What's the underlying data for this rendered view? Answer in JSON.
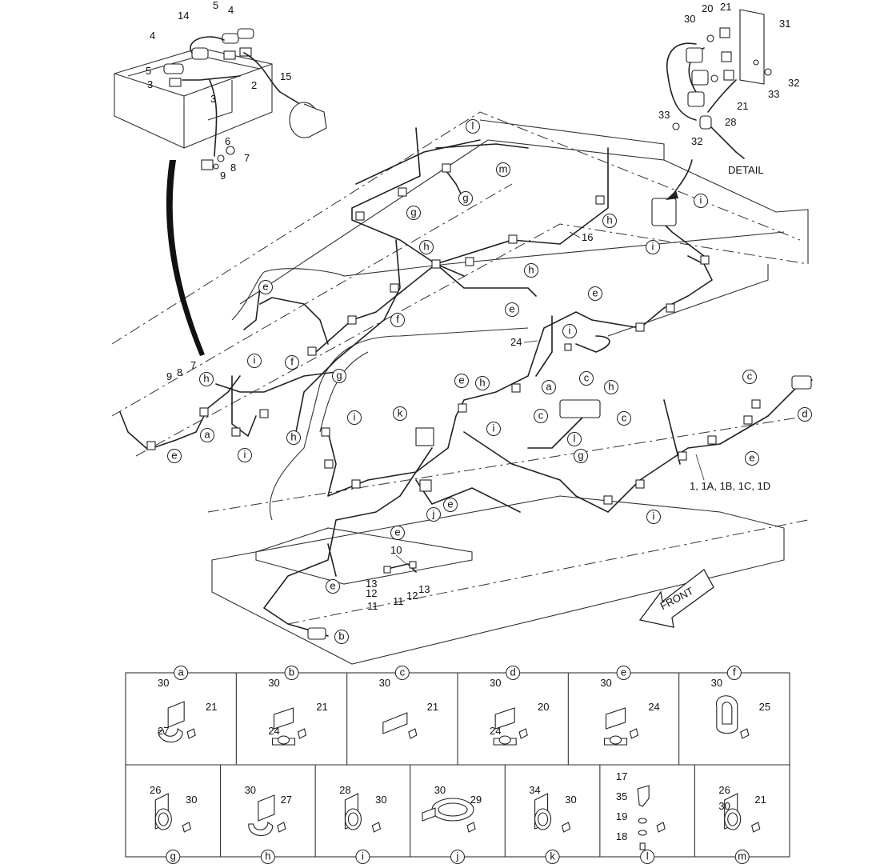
{
  "labels": {
    "detail": "DETAIL",
    "front": "FRONT",
    "main_harness": "1, 1A, 1B, 1C, 1D",
    "harness_16": "16",
    "harness_10": "10",
    "clamp_24": "24"
  },
  "battery_numbers": [
    "14",
    "5",
    "4",
    "4",
    "5",
    "3",
    "2",
    "3",
    "15",
    "6",
    "7",
    "8",
    "9"
  ],
  "detail_numbers": [
    "30",
    "20",
    "21",
    "31",
    "32",
    "33",
    "21",
    "33",
    "28",
    "32"
  ],
  "ground_numbers": [
    "9",
    "8",
    "7"
  ],
  "hardware_numbers": [
    "13",
    "12",
    "11",
    "11",
    "12",
    "13"
  ],
  "callouts": {
    "l1": "l",
    "m1": "m",
    "g1": "g",
    "g2": "g",
    "h1": "h",
    "h2": "h",
    "h3": "h",
    "i1": "i",
    "i2": "i",
    "e1": "e",
    "e2": "e",
    "e3": "e",
    "f1": "f",
    "f2": "f",
    "g3": "g",
    "e4": "e",
    "i3": "i",
    "h4": "h",
    "a1": "a",
    "i4": "i",
    "i5": "i",
    "h5": "h",
    "e5": "e",
    "k1": "k",
    "i6": "i",
    "i7": "i",
    "h6": "h",
    "a2": "a",
    "c1": "c",
    "c2": "c",
    "c3": "c",
    "h7": "h",
    "l2": "l",
    "g4": "g",
    "j1": "j",
    "e6": "e",
    "e7": "e",
    "c4": "c",
    "d1": "d",
    "e8": "e",
    "i8": "i",
    "e9": "e",
    "b1": "b"
  },
  "legend": {
    "top": [
      {
        "letter": "a",
        "parts": [
          "30",
          "21",
          "27"
        ]
      },
      {
        "letter": "b",
        "parts": [
          "30",
          "21",
          "24"
        ]
      },
      {
        "letter": "c",
        "parts": [
          "30",
          "21"
        ]
      },
      {
        "letter": "d",
        "parts": [
          "30",
          "20",
          "24"
        ]
      },
      {
        "letter": "e",
        "parts": [
          "30",
          "24"
        ]
      },
      {
        "letter": "f",
        "parts": [
          "30",
          "25"
        ]
      }
    ],
    "bottom": [
      {
        "letter": "g",
        "parts": [
          "26",
          "30"
        ]
      },
      {
        "letter": "h",
        "parts": [
          "30",
          "27"
        ]
      },
      {
        "letter": "i",
        "parts": [
          "28",
          "30"
        ]
      },
      {
        "letter": "j",
        "parts": [
          "30",
          "29"
        ]
      },
      {
        "letter": "k",
        "parts": [
          "34",
          "30"
        ]
      },
      {
        "letter": "l",
        "parts": [
          "17",
          "35",
          "19",
          "18"
        ]
      },
      {
        "letter": "m",
        "parts": [
          "26",
          "21",
          "30"
        ]
      }
    ]
  }
}
